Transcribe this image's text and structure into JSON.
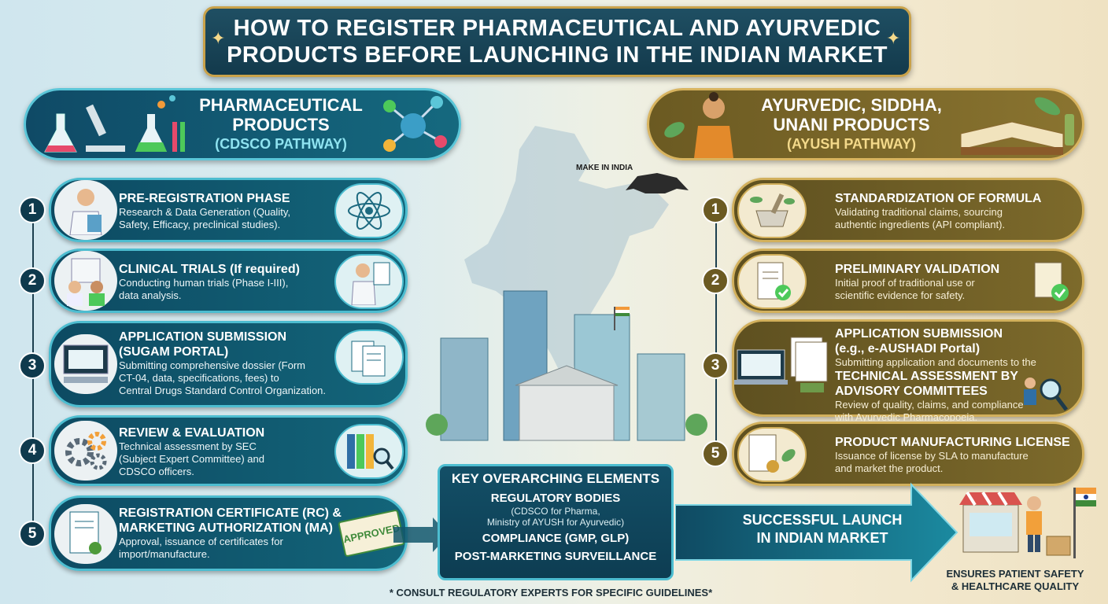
{
  "title": {
    "line1": "HOW TO REGISTER PHARMACEUTICAL AND AYURVEDIC",
    "line2": "PRODUCTS BEFORE LAUNCHING IN THE INDIAN MARKET"
  },
  "pharma": {
    "header_line1": "PHARMACEUTICAL",
    "header_line2": "PRODUCTS",
    "header_sub": "(CDSCO PATHWAY)",
    "steps": [
      {
        "num": "1",
        "title": "PRE-REGISTRATION PHASE",
        "desc1": "Research & Data Generation (Quality,",
        "desc2": "Safety, Efficacy, preclinical studies)."
      },
      {
        "num": "2",
        "title": "CLINICAL TRIALS (If required)",
        "desc1": "Conducting human trials (Phase I-III),",
        "desc2": "data analysis."
      },
      {
        "num": "3",
        "title": "APPLICATION SUBMISSION",
        "title2": "(SUGAM PORTAL)",
        "desc1": "Submitting comprehensive dossier (Form",
        "desc2": "CT-04, data, specifications, fees) to",
        "desc3": "Central Drugs Standard Control Organization."
      },
      {
        "num": "4",
        "title": "REVIEW & EVALUATION",
        "desc1": "Technical assessment by SEC",
        "desc2": "(Subject Expert Committee) and",
        "desc3": "CDSCO officers."
      },
      {
        "num": "5",
        "title": "REGISTRATION CERTIFICATE (RC) &",
        "title2": "MARKETING AUTHORIZATION (MA)",
        "desc1": "Approval, issuance of certificates for",
        "desc2": "import/manufacture.",
        "stamp": "APPROVED"
      }
    ]
  },
  "ayush": {
    "header_line1": "AYURVEDIC, SIDDHA,",
    "header_line2": "UNANI PRODUCTS",
    "header_sub": "(AYUSH PATHWAY)",
    "steps": [
      {
        "num": "1",
        "title": "STANDARDIZATION OF FORMULA",
        "desc1": "Validating traditional claims, sourcing",
        "desc2": "authentic ingredients (API compliant)."
      },
      {
        "num": "2",
        "title": "PRELIMINARY VALIDATION",
        "desc1": "Initial proof of traditional use or",
        "desc2": "scientific evidence for safety."
      },
      {
        "num": "3",
        "title": "APPLICATION SUBMISSION",
        "title2": "(e.g., e-AUSHADI Portal)",
        "desc1": "Submitting application and documents to the",
        "title3": "TECHNICAL ASSESSMENT BY",
        "title4": "ADVISORY COMMITTEES",
        "desc2": "Review of quality, claims, and compliance",
        "desc3": "with Ayurvedic Pharmacopoeia."
      },
      {
        "num": "5",
        "title": "PRODUCT MANUFACTURING LICENSE",
        "desc1": "Issuance of license by SLA to manufacture",
        "desc2": "and market the product."
      }
    ]
  },
  "key": {
    "title": "KEY OVERARCHING ELEMENTS",
    "item1": "REGULATORY BODIES",
    "item1_sub1": "(CDSCO for Pharma,",
    "item1_sub2": "Ministry of AYUSH for Ayurvedic)",
    "item2": "COMPLIANCE (GMP, GLP)",
    "item3": "POST-MARKETING SURVEILLANCE"
  },
  "launch": {
    "line1": "SUCCESSFUL LAUNCH",
    "line2": "IN INDIAN MARKET"
  },
  "ensures": {
    "line1": "ENSURES PATIENT SAFETY",
    "line2": "& HEALTHCARE QUALITY"
  },
  "footnote": "* CONSULT REGULATORY EXPERTS FOR SPECIFIC GUIDELINES*",
  "make_in_india": "MAKE IN INDIA",
  "colors": {
    "pharma_teal": "#13657a",
    "ayush_gold": "#7d6a2b",
    "accent_gold": "#c9a24a",
    "approved_green": "#3f8a3a"
  }
}
